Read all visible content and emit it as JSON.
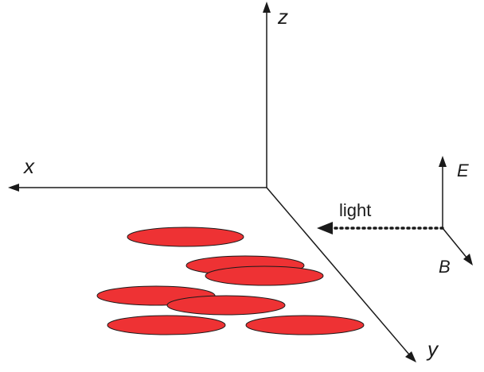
{
  "axes": {
    "x_label": "x",
    "y_label": "y",
    "z_label": "z"
  },
  "light": {
    "label": "light"
  },
  "fields": {
    "e_label": "E",
    "b_label": "B"
  },
  "colors": {
    "disk_fill": "#ee3234",
    "line": "#1a1a1a",
    "background": "#ffffff"
  }
}
